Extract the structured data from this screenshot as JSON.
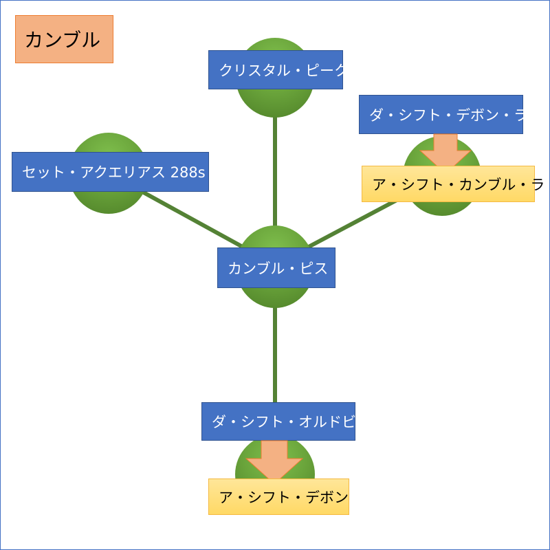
{
  "title": "カンブル",
  "nodes": {
    "center": "カンブル・ピス",
    "top": "クリスタル・ピーク",
    "left": "セット・アクエリアス 288s",
    "right": "ダ・シフト・デボン・ラ",
    "bottom": "ダ・シフト・オルドビ"
  },
  "results": {
    "right": "ア・シフト・カンブル・ラ",
    "bottom": "ア・シフト・デボン"
  },
  "colors": {
    "node_green": "#6aa43b",
    "link_green": "#548235",
    "label_blue": "#4472c4",
    "result_yellow": "#ffd966",
    "arrow_salmon": "#f4b183",
    "title_salmon": "#f4b183"
  }
}
